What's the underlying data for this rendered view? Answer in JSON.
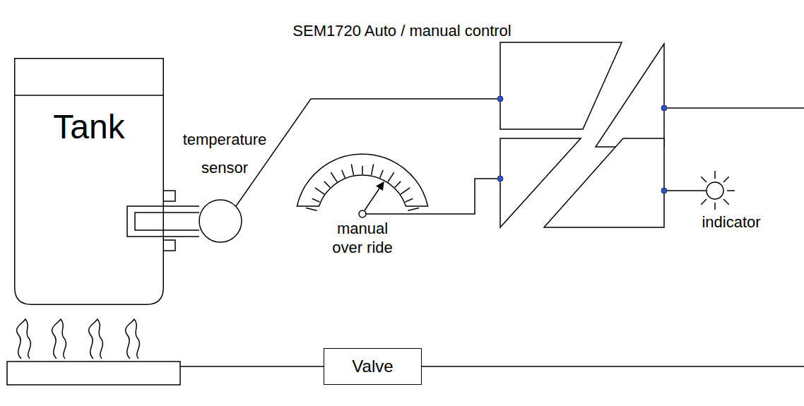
{
  "diagram": {
    "title": "SEM1720 Auto / manual control",
    "nodes": [
      {
        "text": [
          "Tank"
        ]
      },
      {
        "text": [
          "Valve"
        ]
      }
    ],
    "labels": [
      "temperature sensor",
      "manual over ride",
      "indicator"
    ]
  }
}
